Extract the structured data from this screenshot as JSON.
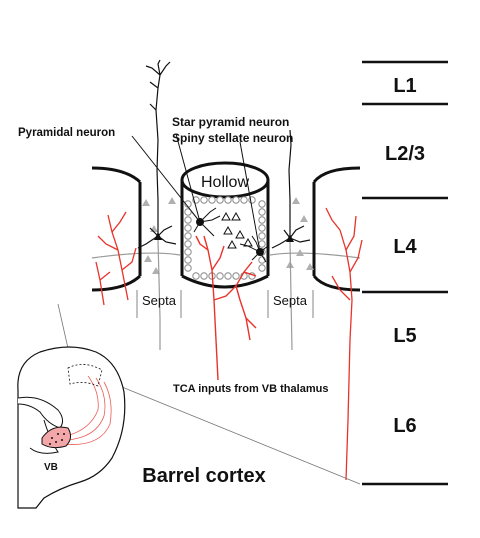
{
  "layers": [
    "L1",
    "L2/3",
    "L4",
    "L5",
    "L6"
  ],
  "labels": {
    "pyramidal_neuron": "Pyramidal neuron",
    "star_pyramid_neuron": "Star pyramid neuron",
    "spiny_stellate_neuron": "Spiny stellate neuron",
    "hollow": "Hollow",
    "septa_left": "Septa",
    "septa_right": "Septa",
    "tca_inputs": "TCA inputs from VB thalamus",
    "vb": "VB",
    "barrel_cortex": "Barrel cortex"
  },
  "colors": {
    "axon": "#e8332b",
    "ink": "#111111",
    "grey": "#9a9a9a",
    "vb_fill": "#f4a7a8"
  }
}
